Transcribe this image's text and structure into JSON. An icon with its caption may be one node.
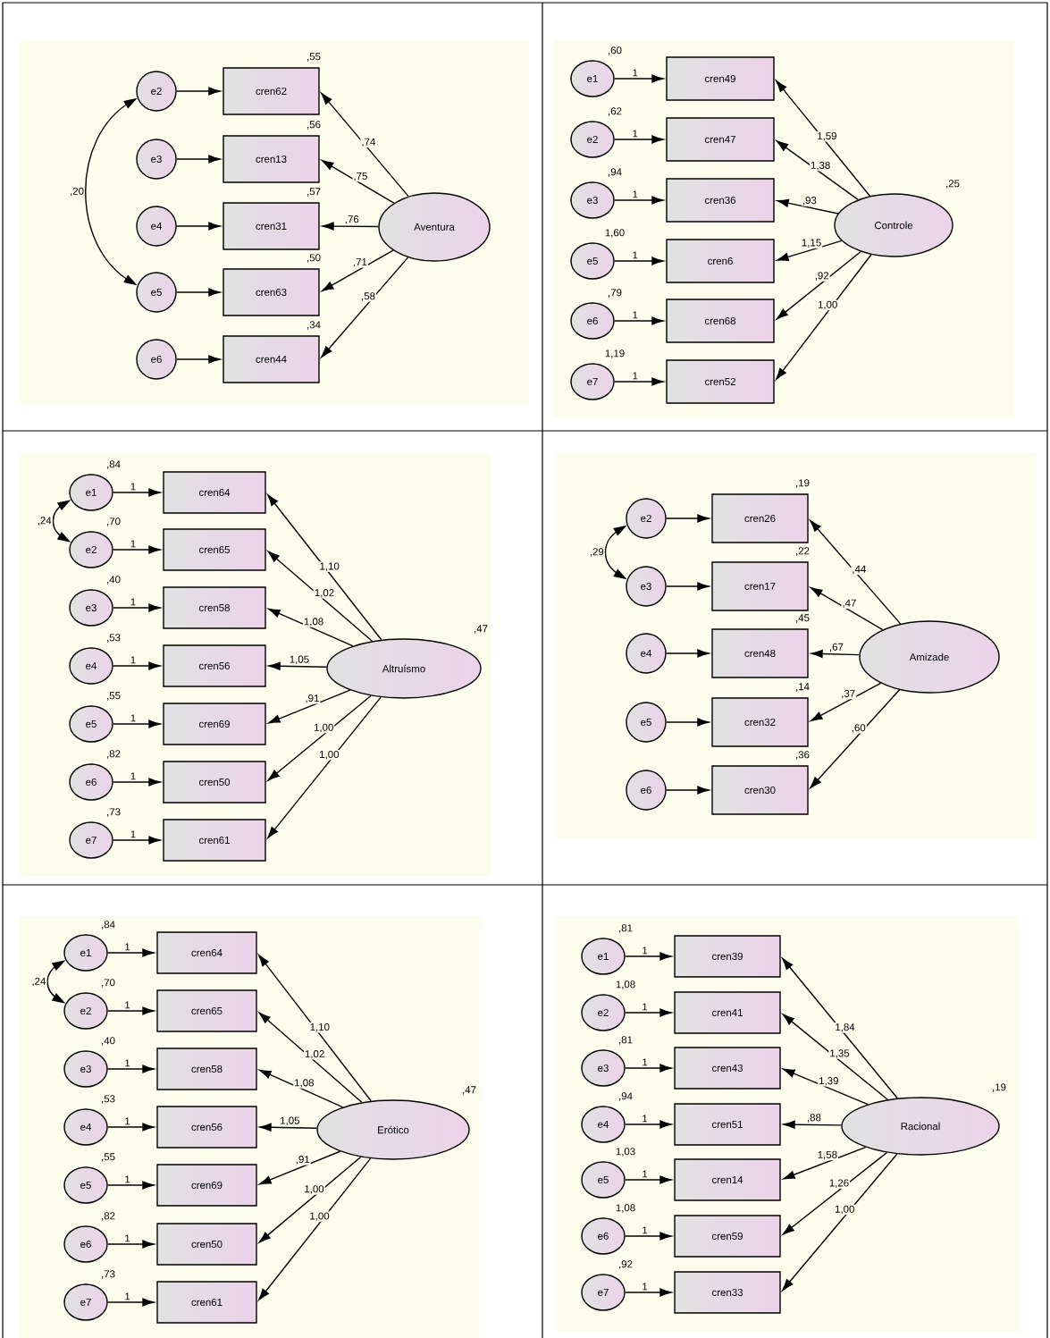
{
  "diagram": {
    "nodes": [
      {
        "text": [
          "e2"
        ]
      },
      {
        "text": [
          "cren62"
        ],
        "beside": [
          ",55"
        ]
      },
      {
        "text": [
          "e3"
        ]
      },
      {
        "text": [
          "cren13"
        ],
        "beside": [
          ",56"
        ]
      },
      {
        "text": [
          "e4"
        ]
      },
      {
        "text": [
          "cren31"
        ],
        "beside": [
          ",57"
        ]
      },
      {
        "text": [
          "e5"
        ]
      },
      {
        "text": [
          "cren63"
        ],
        "beside": [
          ",50"
        ]
      },
      {
        "text": [
          "e6"
        ]
      },
      {
        "text": [
          "cren44"
        ],
        "beside": [
          ",34"
        ]
      },
      {
        "text": [
          "Aventura"
        ]
      },
      {
        "text": [
          "e1"
        ],
        "beside": [
          ",60"
        ]
      },
      {
        "text": [
          "cren49"
        ]
      },
      {
        "text": [
          "e2"
        ],
        "beside": [
          ",62"
        ]
      },
      {
        "text": [
          "cren47"
        ]
      },
      {
        "text": [
          "e3"
        ],
        "beside": [
          ",94"
        ]
      },
      {
        "text": [
          "cren36"
        ]
      },
      {
        "text": [
          "e5"
        ],
        "beside": [
          "1,60"
        ]
      },
      {
        "text": [
          "cren6"
        ]
      },
      {
        "text": [
          "e6"
        ],
        "beside": [
          ",79"
        ]
      },
      {
        "text": [
          "cren68"
        ]
      },
      {
        "text": [
          "e7"
        ],
        "beside": [
          "1,19"
        ]
      },
      {
        "text": [
          "cren52"
        ]
      },
      {
        "text": [
          "Controle"
        ],
        "beside": [
          ",25"
        ]
      },
      {
        "text": [
          "e1"
        ],
        "beside": [
          ",84"
        ]
      },
      {
        "text": [
          "cren64"
        ]
      },
      {
        "text": [
          "e2"
        ],
        "beside": [
          ",70"
        ]
      },
      {
        "text": [
          "cren65"
        ]
      },
      {
        "text": [
          "e3"
        ],
        "beside": [
          ",40"
        ]
      },
      {
        "text": [
          "cren58"
        ]
      },
      {
        "text": [
          "e4"
        ],
        "beside": [
          ",53"
        ]
      },
      {
        "text": [
          "cren56"
        ]
      },
      {
        "text": [
          "e5"
        ],
        "beside": [
          ",55"
        ]
      },
      {
        "text": [
          "cren69"
        ]
      },
      {
        "text": [
          "e6"
        ],
        "beside": [
          ",82"
        ]
      },
      {
        "text": [
          "cren50"
        ]
      },
      {
        "text": [
          "e7"
        ],
        "beside": [
          ",73"
        ]
      },
      {
        "text": [
          "cren61"
        ]
      },
      {
        "text": [
          "Altruísmo"
        ],
        "beside": [
          ",47"
        ]
      },
      {
        "text": [
          "e2"
        ]
      },
      {
        "text": [
          "cren26"
        ],
        "beside": [
          ",19"
        ]
      },
      {
        "text": [
          "e3"
        ]
      },
      {
        "text": [
          "cren17"
        ],
        "beside": [
          ",22"
        ]
      },
      {
        "text": [
          "e4"
        ]
      },
      {
        "text": [
          "cren48"
        ],
        "beside": [
          ",45"
        ]
      },
      {
        "text": [
          "e5"
        ]
      },
      {
        "text": [
          "cren32"
        ],
        "beside": [
          ",14"
        ]
      },
      {
        "text": [
          "e6"
        ]
      },
      {
        "text": [
          "cren30"
        ],
        "beside": [
          ",36"
        ]
      },
      {
        "text": [
          "Amizade"
        ]
      },
      {
        "text": [
          "e1"
        ],
        "beside": [
          ",84"
        ]
      },
      {
        "text": [
          "cren64"
        ]
      },
      {
        "text": [
          "e2"
        ],
        "beside": [
          ",70"
        ]
      },
      {
        "text": [
          "cren65"
        ]
      },
      {
        "text": [
          "e3"
        ],
        "beside": [
          ",40"
        ]
      },
      {
        "text": [
          "cren58"
        ]
      },
      {
        "text": [
          "e4"
        ],
        "beside": [
          ",53"
        ]
      },
      {
        "text": [
          "cren56"
        ]
      },
      {
        "text": [
          "e5"
        ],
        "beside": [
          ",55"
        ]
      },
      {
        "text": [
          "cren69"
        ]
      },
      {
        "text": [
          "e6"
        ],
        "beside": [
          ",82"
        ]
      },
      {
        "text": [
          "cren50"
        ]
      },
      {
        "text": [
          "e7"
        ],
        "beside": [
          ",73"
        ]
      },
      {
        "text": [
          "cren61"
        ]
      },
      {
        "text": [
          "Erótico"
        ],
        "beside": [
          ",47"
        ]
      },
      {
        "text": [
          "e1"
        ],
        "beside": [
          ",81"
        ]
      },
      {
        "text": [
          "cren39"
        ]
      },
      {
        "text": [
          "e2"
        ],
        "beside": [
          "1,08"
        ]
      },
      {
        "text": [
          "cren41"
        ]
      },
      {
        "text": [
          "e3"
        ],
        "beside": [
          ",81"
        ]
      },
      {
        "text": [
          "cren43"
        ]
      },
      {
        "text": [
          "e4"
        ],
        "beside": [
          ",94"
        ]
      },
      {
        "text": [
          "cren51"
        ]
      },
      {
        "text": [
          "e5"
        ],
        "beside": [
          "1,03"
        ]
      },
      {
        "text": [
          "cren14"
        ]
      },
      {
        "text": [
          "e6"
        ],
        "beside": [
          "1,08"
        ]
      },
      {
        "text": [
          "cren59"
        ]
      },
      {
        "text": [
          "e7"
        ],
        "beside": [
          ",92"
        ]
      },
      {
        "text": [
          "cren33"
        ]
      },
      {
        "text": [
          "Racional"
        ],
        "beside": [
          ",19"
        ]
      }
    ],
    "edges": [
      {
        "from": 0,
        "to": 1,
        "arrow": "to"
      },
      {
        "from": 2,
        "to": 3,
        "arrow": "to"
      },
      {
        "from": 4,
        "to": 5,
        "arrow": "to"
      },
      {
        "from": 6,
        "to": 7,
        "arrow": "to"
      },
      {
        "from": 8,
        "to": 9,
        "arrow": "to"
      },
      {
        "from": 10,
        "to": 1,
        "arrow": "to",
        "label": ",74"
      },
      {
        "from": 10,
        "to": 3,
        "arrow": "to",
        "label": ",75"
      },
      {
        "from": 10,
        "to": 5,
        "arrow": "to",
        "label": ",76"
      },
      {
        "from": 10,
        "to": 7,
        "arrow": "to",
        "label": ",71"
      },
      {
        "from": 10,
        "to": 9,
        "arrow": "to",
        "label": ",58"
      },
      {
        "from": 0,
        "to": 6,
        "arrow": "both",
        "label": ",20"
      },
      {
        "from": 11,
        "to": 12,
        "arrow": "to",
        "label": "1"
      },
      {
        "from": 13,
        "to": 14,
        "arrow": "to",
        "label": "1"
      },
      {
        "from": 15,
        "to": 16,
        "arrow": "to",
        "label": "1"
      },
      {
        "from": 17,
        "to": 18,
        "arrow": "to",
        "label": "1"
      },
      {
        "from": 19,
        "to": 20,
        "arrow": "to",
        "label": "1"
      },
      {
        "from": 21,
        "to": 22,
        "arrow": "to",
        "label": "1"
      },
      {
        "from": 23,
        "to": 12,
        "arrow": "to",
        "label": "1,59"
      },
      {
        "from": 23,
        "to": 14,
        "arrow": "to",
        "label": "1,38"
      },
      {
        "from": 23,
        "to": 16,
        "arrow": "to",
        "label": ",93"
      },
      {
        "from": 23,
        "to": 18,
        "arrow": "to",
        "label": "1,15"
      },
      {
        "from": 23,
        "to": 20,
        "arrow": "to",
        "label": ",92"
      },
      {
        "from": 23,
        "to": 22,
        "arrow": "to",
        "label": "1,00"
      },
      {
        "from": 24,
        "to": 25,
        "arrow": "to",
        "label": "1"
      },
      {
        "from": 26,
        "to": 27,
        "arrow": "to",
        "label": "1"
      },
      {
        "from": 28,
        "to": 29,
        "arrow": "to",
        "label": "1"
      },
      {
        "from": 30,
        "to": 31,
        "arrow": "to",
        "label": "1"
      },
      {
        "from": 32,
        "to": 33,
        "arrow": "to",
        "label": "1"
      },
      {
        "from": 34,
        "to": 35,
        "arrow": "to",
        "label": "1"
      },
      {
        "from": 36,
        "to": 37,
        "arrow": "to",
        "label": "1"
      },
      {
        "from": 38,
        "to": 25,
        "arrow": "to",
        "label": "1,10"
      },
      {
        "from": 38,
        "to": 27,
        "arrow": "to",
        "label": "1,02"
      },
      {
        "from": 38,
        "to": 29,
        "arrow": "to",
        "label": "1,08"
      },
      {
        "from": 38,
        "to": 31,
        "arrow": "to",
        "label": "1,05"
      },
      {
        "from": 38,
        "to": 33,
        "arrow": "to",
        "label": ",91"
      },
      {
        "from": 38,
        "to": 35,
        "arrow": "to",
        "label": "1,00"
      },
      {
        "from": 38,
        "to": 37,
        "arrow": "to",
        "label": "1,00"
      },
      {
        "from": 24,
        "to": 26,
        "arrow": "both",
        "label": ",24"
      },
      {
        "from": 39,
        "to": 40,
        "arrow": "to"
      },
      {
        "from": 41,
        "to": 42,
        "arrow": "to"
      },
      {
        "from": 43,
        "to": 44,
        "arrow": "to"
      },
      {
        "from": 45,
        "to": 46,
        "arrow": "to"
      },
      {
        "from": 47,
        "to": 48,
        "arrow": "to"
      },
      {
        "from": 49,
        "to": 40,
        "arrow": "to",
        "label": ",44"
      },
      {
        "from": 49,
        "to": 42,
        "arrow": "to",
        "label": ",47"
      },
      {
        "from": 49,
        "to": 44,
        "arrow": "to",
        "label": ",67"
      },
      {
        "from": 49,
        "to": 46,
        "arrow": "to",
        "label": ",37"
      },
      {
        "from": 49,
        "to": 48,
        "arrow": "to",
        "label": ",60"
      },
      {
        "from": 39,
        "to": 41,
        "arrow": "both",
        "label": ",29"
      },
      {
        "from": 50,
        "to": 51,
        "arrow": "to",
        "label": "1"
      },
      {
        "from": 52,
        "to": 53,
        "arrow": "to",
        "label": "1"
      },
      {
        "from": 54,
        "to": 55,
        "arrow": "to",
        "label": "1"
      },
      {
        "from": 56,
        "to": 57,
        "arrow": "to",
        "label": "1"
      },
      {
        "from": 58,
        "to": 59,
        "arrow": "to",
        "label": "1"
      },
      {
        "from": 60,
        "to": 61,
        "arrow": "to",
        "label": "1"
      },
      {
        "from": 62,
        "to": 63,
        "arrow": "to",
        "label": "1"
      },
      {
        "from": 64,
        "to": 51,
        "arrow": "to",
        "label": "1,10"
      },
      {
        "from": 64,
        "to": 53,
        "arrow": "to",
        "label": "1,02"
      },
      {
        "from": 64,
        "to": 55,
        "arrow": "to",
        "label": "1,08"
      },
      {
        "from": 64,
        "to": 57,
        "arrow": "to",
        "label": "1,05"
      },
      {
        "from": 64,
        "to": 59,
        "arrow": "to",
        "label": ",91"
      },
      {
        "from": 64,
        "to": 61,
        "arrow": "to",
        "label": "1,00"
      },
      {
        "from": 64,
        "to": 63,
        "arrow": "to",
        "label": "1,00"
      },
      {
        "from": 50,
        "to": 52,
        "arrow": "both",
        "label": ",24"
      },
      {
        "from": 65,
        "to": 66,
        "arrow": "to",
        "label": "1"
      },
      {
        "from": 67,
        "to": 68,
        "arrow": "to",
        "label": "1"
      },
      {
        "from": 69,
        "to": 70,
        "arrow": "to",
        "label": "1"
      },
      {
        "from": 71,
        "to": 72,
        "arrow": "to",
        "label": "1"
      },
      {
        "from": 73,
        "to": 74,
        "arrow": "to",
        "label": "1"
      },
      {
        "from": 75,
        "to": 76,
        "arrow": "to",
        "label": "1"
      },
      {
        "from": 77,
        "to": 78,
        "arrow": "to",
        "label": "1"
      },
      {
        "from": 79,
        "to": 66,
        "arrow": "to",
        "label": "1,84"
      },
      {
        "from": 79,
        "to": 68,
        "arrow": "to",
        "label": "1,35"
      },
      {
        "from": 79,
        "to": 70,
        "arrow": "to",
        "label": "1,39"
      },
      {
        "from": 79,
        "to": 72,
        "arrow": "to",
        "label": ",88"
      },
      {
        "from": 79,
        "to": 74,
        "arrow": "to",
        "label": "1,58"
      },
      {
        "from": 79,
        "to": 76,
        "arrow": "to",
        "label": "1,26"
      },
      {
        "from": 79,
        "to": 78,
        "arrow": "to",
        "label": "1,00"
      }
    ]
  }
}
